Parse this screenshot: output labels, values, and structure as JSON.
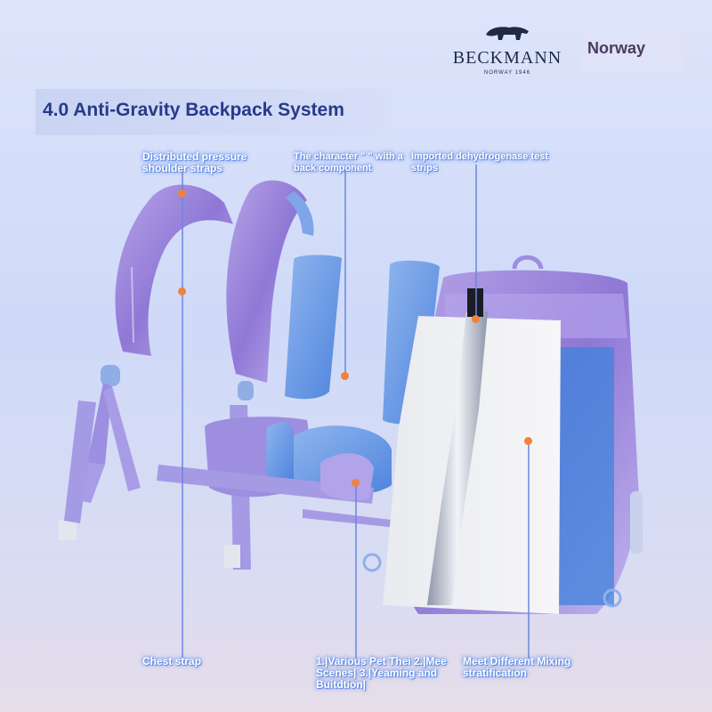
{
  "brand": {
    "name": "BECKMANN",
    "tagline": "NORWAY 1946",
    "country": "Norway"
  },
  "title": "4.0 Anti-Gravity Backpack System",
  "callouts": {
    "shoulder_straps": "Distributed pressure shoulder straps",
    "back_component": "The character \" \" with a back component",
    "test_strips": "Imported dehydrogenase test strips",
    "chest_strap": "Chest strap",
    "scenes": "1.|Various Pet Thei 2.|Mee Scenes| 3.|Yeaming and Buitdtion|",
    "modes": "Meet Different Mixing stratification"
  },
  "colors": {
    "accent": "#f0823c",
    "title": "#263a8c",
    "callout_glow": "#6b93ea"
  },
  "icons": [
    "polar-bear-logo-icon"
  ]
}
